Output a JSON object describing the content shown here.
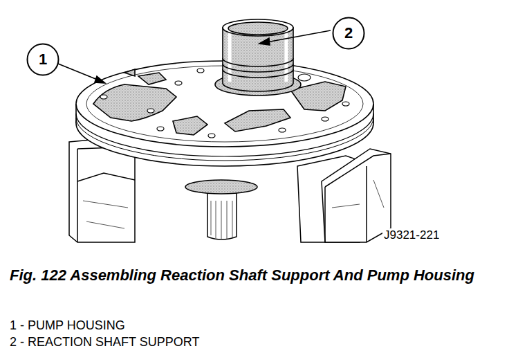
{
  "diagram": {
    "caption": "Fig. 122 Assembling Reaction Shaft Support And Pump Housing",
    "nodes": [
      {
        "text": [
          "1"
        ]
      },
      {
        "text": [
          "2"
        ]
      }
    ],
    "labels": [
      "J9321-221",
      "1 - PUMP HOUSING",
      "2 - REACTION SHAFT SUPPORT"
    ]
  }
}
